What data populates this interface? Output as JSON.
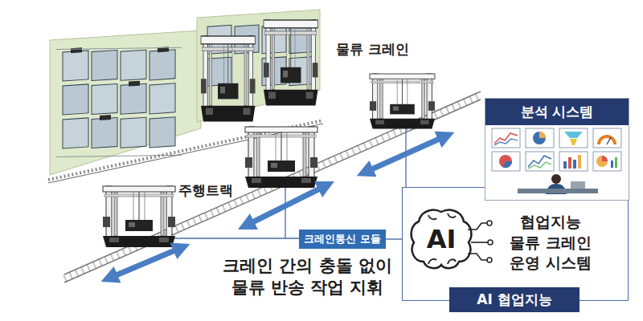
{
  "diagram": {
    "nodes": [
      {
        "text": [
          "분석 시스템"
        ]
      },
      {
        "text": [
          "협업지능 물류 크레인 운영 시스템"
        ]
      },
      {
        "text": [
          "AI"
        ],
        "in": 1
      },
      {
        "text": [
          "AI 협업지능"
        ],
        "in": 1
      },
      {
        "text": [
          "크레인통신 모듈"
        ]
      }
    ],
    "edges": [
      {
        "from": 4,
        "to": 1,
        "arrow": "none"
      }
    ],
    "labels": [
      "물류 크레인",
      "주행트랙",
      "크레인 간의 충돌 없이 물류 반송 작업 지휘"
    ]
  }
}
